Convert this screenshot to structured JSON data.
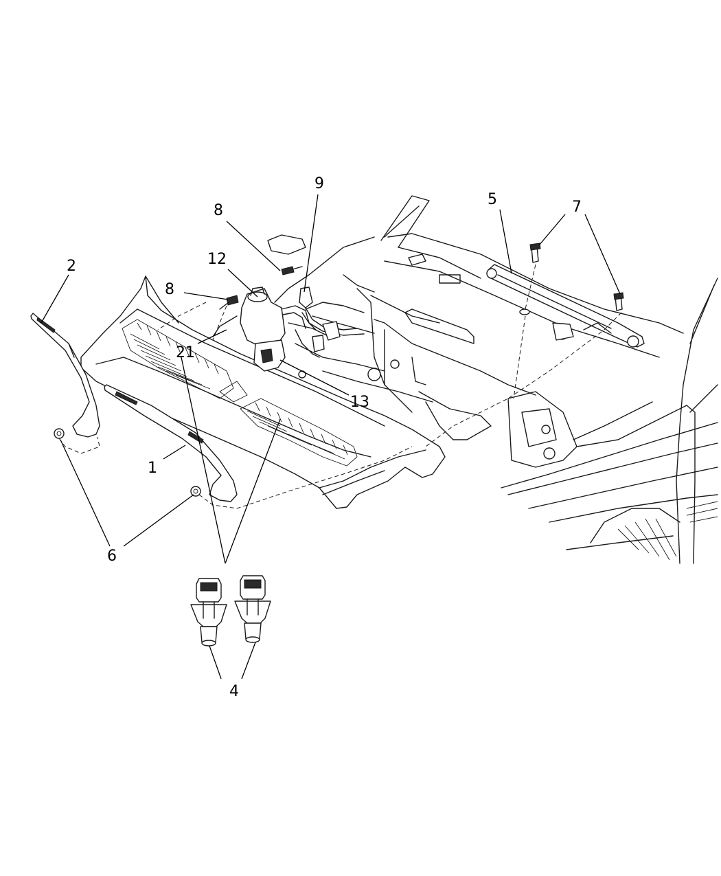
{
  "callouts": [
    {
      "id": "1",
      "text": "1"
    },
    {
      "id": "2",
      "text": "2"
    },
    {
      "id": "4",
      "text": "4"
    },
    {
      "id": "5",
      "text": "5"
    },
    {
      "id": "6",
      "text": "6"
    },
    {
      "id": "7",
      "text": "7"
    },
    {
      "id": "8a",
      "text": "8"
    },
    {
      "id": "8b",
      "text": "8"
    },
    {
      "id": "9",
      "text": "9"
    },
    {
      "id": "12",
      "text": "12"
    },
    {
      "id": "13",
      "text": "13"
    },
    {
      "id": "21",
      "text": "21"
    }
  ]
}
